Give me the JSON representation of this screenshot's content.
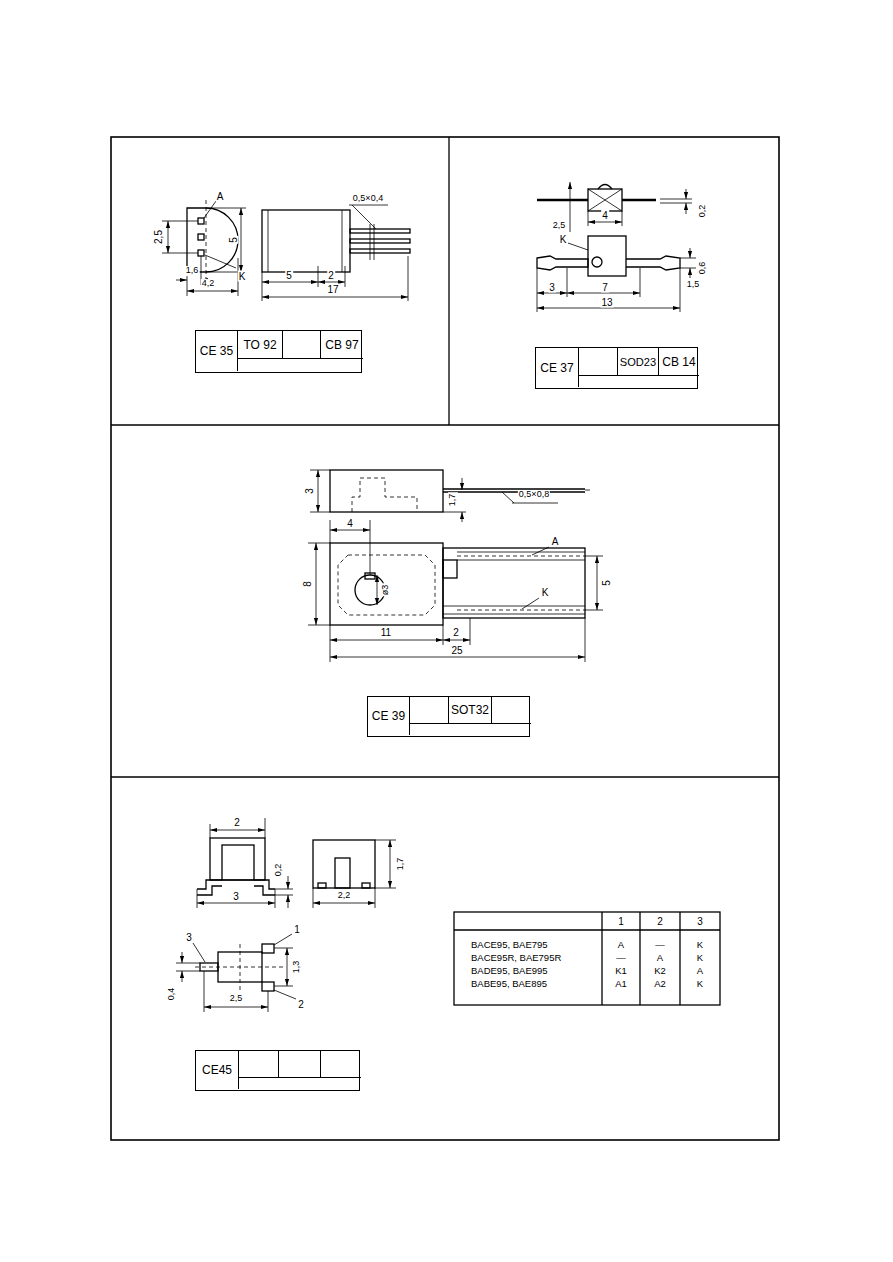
{
  "diagram": {
    "nodes": [
      {
        "text": [
          "CE 35",
          "TO 92",
          "CB 97"
        ]
      },
      {
        "text": [
          "CE 37",
          "SOD23",
          "CB 14"
        ]
      },
      {
        "text": [
          "CE 39",
          "SOT32"
        ]
      },
      {
        "text": [
          "CE45"
        ]
      }
    ],
    "labels": [
      "A",
      "2,5",
      "5",
      "K",
      "1,6",
      "4,2",
      "0,5×0,4",
      "5",
      "2",
      "17",
      "0,2",
      "2,5",
      "4",
      "K",
      "0,6",
      "1,5",
      "3",
      "7",
      "13",
      "3",
      "1,7",
      "0,5×0,8",
      "4",
      "8",
      "ø3",
      "A",
      "K",
      "5",
      "11",
      "2",
      "25",
      "2",
      "0,2",
      "3",
      "2,2",
      "1,7",
      "1",
      "3",
      "1,3",
      "0,4",
      "2",
      "2,5",
      "1",
      "2",
      "3",
      "BACE95, BAE795",
      "A",
      "—",
      "K",
      "BACE95R, BAE795R",
      "—",
      "A",
      "K",
      "BADE95, BAE995",
      "K1",
      "K2",
      "A",
      "BABE95, BAE895",
      "A1",
      "A2",
      "K"
    ]
  }
}
